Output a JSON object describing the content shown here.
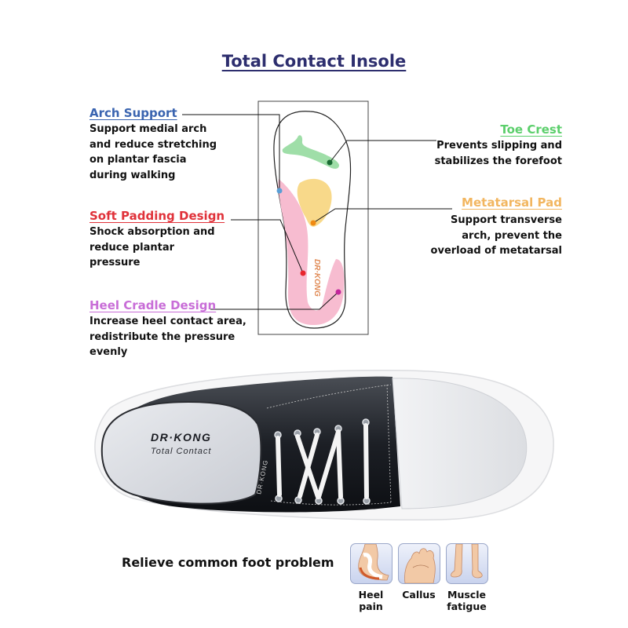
{
  "title": "Total Contact Insole",
  "features": {
    "arch_support": {
      "label": "Arch Support",
      "color": "#3a64b0",
      "desc": [
        "Support medial arch",
        "and reduce stretching",
        "on plantar fascia",
        "during walking"
      ],
      "dot_color": "#5a9fd6"
    },
    "soft_padding": {
      "label": "Soft Padding Design",
      "color": "#e0323a",
      "desc": [
        "Shock absorption and",
        "reduce plantar",
        "pressure"
      ],
      "dot_color": "#e8262d"
    },
    "heel_cradle": {
      "label": "Heel Cradle Design",
      "color": "#c86dd7",
      "desc": [
        "Increase heel contact area,",
        "redistribute the pressure",
        "evenly"
      ],
      "dot_color": "#c2279c"
    },
    "toe_crest": {
      "label": "Toe Crest",
      "color": "#5ccf6c",
      "desc": [
        "Prevents slipping and",
        "stabilizes the forefoot"
      ],
      "dot_color": "#1a6b33"
    },
    "metatarsal_pad": {
      "label": "Metatarsal Pad",
      "color": "#f2b660",
      "desc": [
        "Support transverse",
        "arch, prevent the",
        "overload of metatarsal"
      ],
      "dot_color": "#f08a12"
    }
  },
  "insole": {
    "brand_text": "DR·KONG",
    "pink": "#f7bcd0",
    "green": "#9fdea8",
    "yellow": "#f8d98a",
    "brand_color": "#e08a55"
  },
  "shoe": {
    "insole_brand": "DR·KONG",
    "insole_subtitle": "Total Contact",
    "side_brand": "DR·KONG"
  },
  "problems": {
    "title": "Relieve common foot problem",
    "items": [
      {
        "label1": "Heel",
        "label2": "pain"
      },
      {
        "label1": "Callus",
        "label2": ""
      },
      {
        "label1": "Muscle",
        "label2": "fatigue"
      }
    ]
  }
}
